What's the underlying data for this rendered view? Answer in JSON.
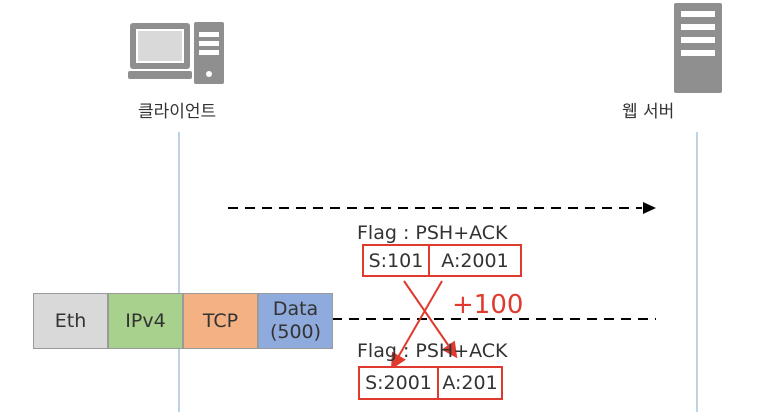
{
  "client": {
    "label": "클라이언트",
    "icon": "desktop-computer-icon"
  },
  "server": {
    "label": "웹 서버",
    "icon": "server-tower-icon"
  },
  "packet1": {
    "flag": "Flag : PSH+ACK",
    "seq": "S:101",
    "ack": "A:2001"
  },
  "packet2": {
    "flag": "Flag : PSH+ACK",
    "seq": "S:2001",
    "ack": "A:201"
  },
  "delta": "+100",
  "segments": [
    {
      "label": "Eth",
      "color": "#d9d9d9"
    },
    {
      "label": "IPv4",
      "color": "#a9d18e"
    },
    {
      "label": "TCP",
      "color": "#f4b183"
    },
    {
      "label": "Data\n(500)",
      "color": "#8faadc"
    }
  ],
  "colors": {
    "accent": "#e03a2e",
    "lifeline": "#a9c4dc",
    "arrow": "#000000"
  }
}
